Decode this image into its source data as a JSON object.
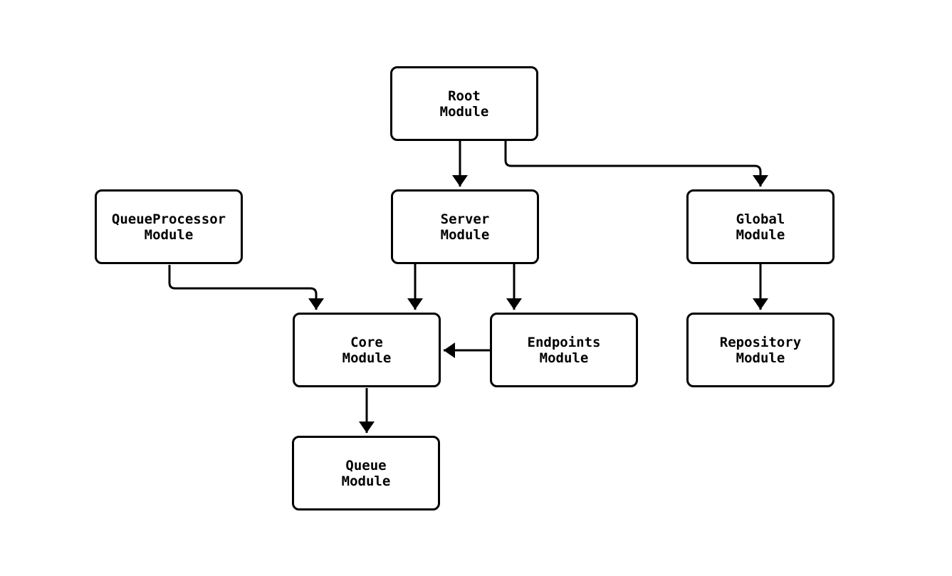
{
  "diagram": {
    "kind": "module-dependency-graph",
    "background_color": "#ffffff",
    "node_border_color": "#000000",
    "node_fill_color": "#ffffff",
    "edge_color": "#000000",
    "nodes": [
      {
        "id": "root",
        "label": "Root\nModule"
      },
      {
        "id": "queueprocessor",
        "label": "QueueProcessor\nModule"
      },
      {
        "id": "server",
        "label": "Server\nModule"
      },
      {
        "id": "global",
        "label": "Global\nModule"
      },
      {
        "id": "core",
        "label": "Core\nModule"
      },
      {
        "id": "endpoints",
        "label": "Endpoints\nModule"
      },
      {
        "id": "repository",
        "label": "Repository\nModule"
      },
      {
        "id": "queue",
        "label": "Queue\nModule"
      }
    ],
    "edges": [
      {
        "from": "root",
        "to": "server"
      },
      {
        "from": "root",
        "to": "global"
      },
      {
        "from": "queueprocessor",
        "to": "core"
      },
      {
        "from": "server",
        "to": "core"
      },
      {
        "from": "server",
        "to": "endpoints"
      },
      {
        "from": "endpoints",
        "to": "core"
      },
      {
        "from": "global",
        "to": "repository"
      },
      {
        "from": "core",
        "to": "queue"
      }
    ]
  }
}
